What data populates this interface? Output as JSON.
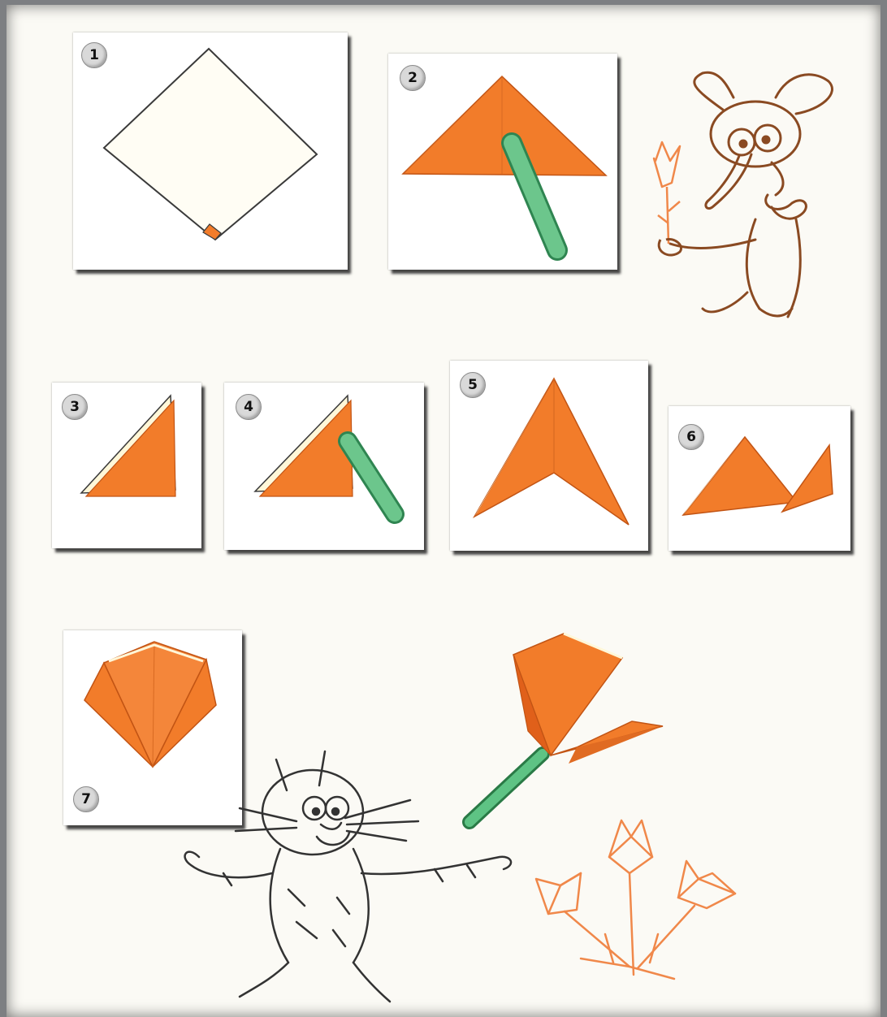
{
  "steps": [
    {
      "number": "1"
    },
    {
      "number": "2"
    },
    {
      "number": "3"
    },
    {
      "number": "4"
    },
    {
      "number": "5"
    },
    {
      "number": "6"
    },
    {
      "number": "7"
    }
  ],
  "colors": {
    "paper_orange": "#f27c2a",
    "paper_orange_dark": "#e0601a",
    "tool_green": "#5fbf83",
    "stem_green": "#4cb36d",
    "line_orange": "#f0884a",
    "sketch_brown": "#8a4a22",
    "sketch_gray": "#333333"
  },
  "icons": [
    "elephant-with-tulip-sketch",
    "cat-sketch",
    "tulip-bouquet-sketch",
    "folding-stick-icon"
  ]
}
